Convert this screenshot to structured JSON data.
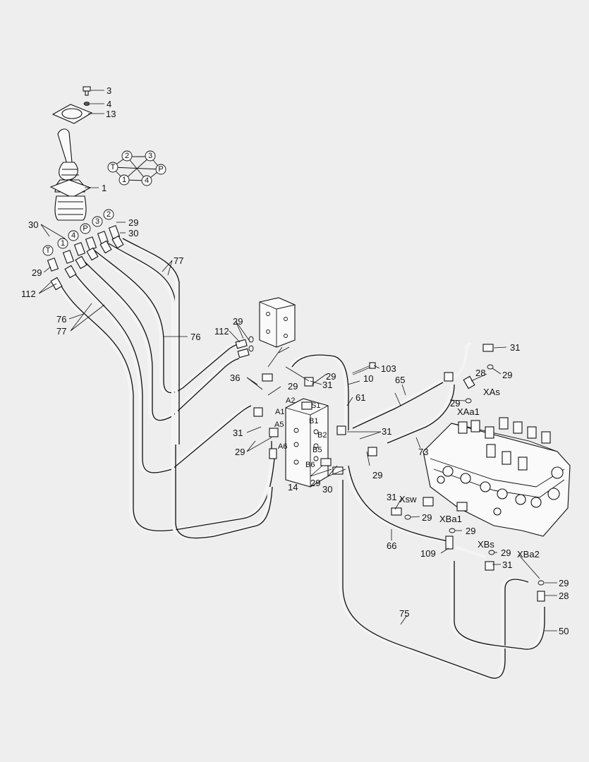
{
  "callouts": {
    "c3": "3",
    "c4": "4",
    "c13": "13",
    "c1": "1",
    "c29_top": "29",
    "c30_top": "30",
    "c30_left": "30",
    "c29_left": "29",
    "c112_left": "112",
    "c76_left": "76",
    "c77_left": "77",
    "c77_right": "77",
    "c76_mid": "76",
    "c29_mid": "29",
    "c112_mid": "112",
    "c36": "36",
    "c29_a": "29",
    "c31_a": "31",
    "c29_b": "29",
    "c31_b": "31",
    "c29_c": "29",
    "c14": "14",
    "c29_d": "29",
    "c30_d": "30",
    "c103": "103",
    "c10": "10",
    "c61": "61",
    "c65": "65",
    "c31_c": "31",
    "c29_e": "29",
    "c73": "73",
    "c31_top": "31",
    "c29_top2": "29",
    "c28_top": "28",
    "c29_f": "29",
    "c31_d": "31",
    "c29_g": "29",
    "c66": "66",
    "c29_h": "29",
    "c109": "109",
    "c29_i": "29",
    "c31_e": "31",
    "c29_r": "29",
    "c28_r": "28",
    "c50": "50",
    "c75": "75"
  },
  "port_labels": {
    "A1": "A1",
    "A2": "A2",
    "A5": "A5",
    "A6": "A6",
    "B1": "B1",
    "B2": "B2",
    "B5": "B5",
    "B6": "B6",
    "S1": "S1",
    "XAs": "XAs",
    "XAa1": "XAa1",
    "Xsw": "Xsw",
    "XBa1": "XBa1",
    "XBs": "XBs",
    "XBa2": "XBa2"
  },
  "circled_ports": {
    "pattern": [
      "2",
      "3",
      "T",
      "P",
      "1",
      "4"
    ],
    "hoses": [
      "T",
      "1",
      "4",
      "P",
      "3",
      "2"
    ]
  }
}
